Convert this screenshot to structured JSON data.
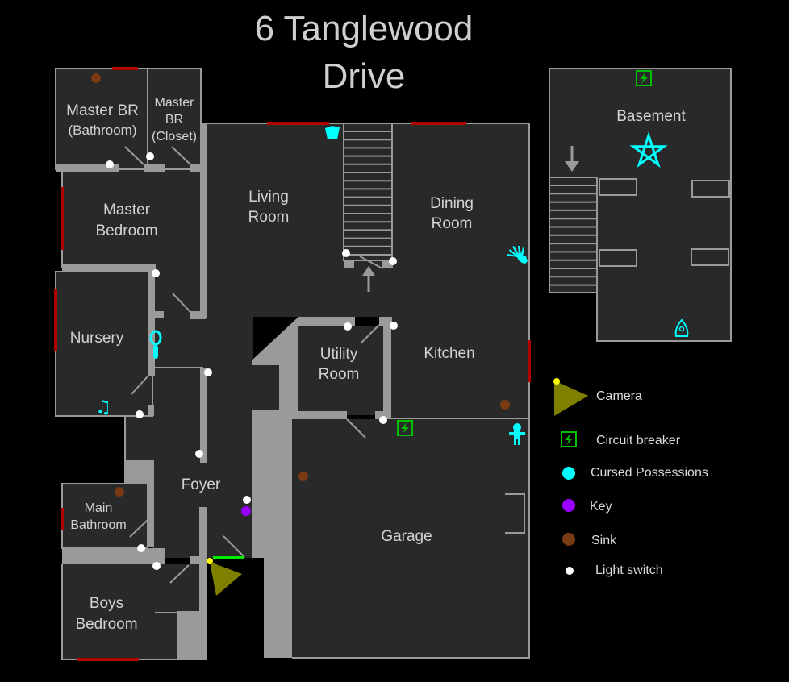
{
  "map": {
    "title_line1": "6 Tanglewood",
    "title_line2": "Drive",
    "rooms": {
      "master_br_bathroom": [
        "Master BR",
        "(Bathroom)"
      ],
      "master_br_closet": [
        "Master",
        "BR",
        "(Closet)"
      ],
      "master_bedroom": [
        "Master",
        "Bedroom"
      ],
      "living_room": [
        "Living",
        "Room"
      ],
      "dining_room": [
        "Dining",
        "Room"
      ],
      "nursery": [
        "Nursery"
      ],
      "utility_room": [
        "Utility",
        "Room"
      ],
      "kitchen": [
        "Kitchen"
      ],
      "foyer": [
        "Foyer"
      ],
      "main_bathroom": [
        "Main",
        "Bathroom"
      ],
      "garage": [
        "Garage"
      ],
      "boys_bedroom": [
        "Boys",
        "Bedroom"
      ],
      "basement": [
        "Basement"
      ]
    },
    "cursed_possessions": [
      {
        "name": "tarot-cards",
        "room": "Living Room"
      },
      {
        "name": "voodoo-hand",
        "room": "Dining Room"
      },
      {
        "name": "haunted-mirror",
        "room": "Nursery"
      },
      {
        "name": "music-box",
        "room": "Nursery"
      },
      {
        "name": "voodoo-doll",
        "room": "Garage"
      },
      {
        "name": "summoning-circle",
        "room": "Basement"
      },
      {
        "name": "ouija-board",
        "room": "Basement"
      }
    ]
  },
  "legend": {
    "items": [
      {
        "key": "camera",
        "label": "Camera",
        "color": "#808000"
      },
      {
        "key": "circuit_breaker",
        "label": "Circuit breaker",
        "color": "#00c000"
      },
      {
        "key": "cursed",
        "label": "Cursed Possessions",
        "color": "#00ffff"
      },
      {
        "key": "key",
        "label": "Key",
        "color": "#9900ff"
      },
      {
        "key": "sink",
        "label": "Sink",
        "color": "#7a3a14"
      },
      {
        "key": "light_switch",
        "label": "Light switch",
        "color": "#ffffff"
      }
    ]
  },
  "colors": {
    "background": "#000000",
    "floor": "#292929",
    "wall": "#9a9a9a",
    "window": "#b00000",
    "cursed": "#00ffff",
    "key": "#9900ff",
    "sink": "#7a3a14",
    "light_switch": "#ffffff",
    "camera_body": "#808000",
    "camera_lens": "#ffff00",
    "breaker": "#00c000",
    "entry": "#00ee00"
  }
}
